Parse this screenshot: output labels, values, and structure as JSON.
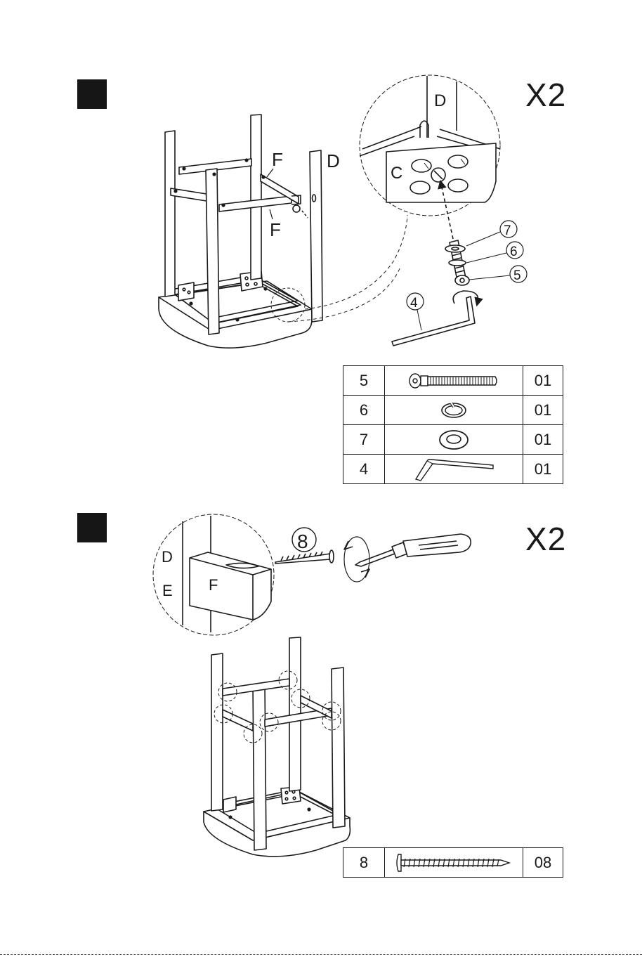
{
  "step1": {
    "multiplier": "X2",
    "labels": {
      "F_top": "F",
      "F_bottom": "F",
      "D": "D"
    },
    "detail": {
      "D": "D",
      "C": "C"
    },
    "callouts": {
      "c7": "7",
      "c6": "6",
      "c5": "5",
      "c4": "4"
    },
    "parts": [
      {
        "num": "5",
        "icon": "bolt-icon",
        "qty": "01"
      },
      {
        "num": "6",
        "icon": "split-washer-icon",
        "qty": "01"
      },
      {
        "num": "7",
        "icon": "flat-washer-icon",
        "qty": "01"
      },
      {
        "num": "4",
        "icon": "allen-key-icon",
        "qty": "01"
      }
    ]
  },
  "step2": {
    "multiplier": "X2",
    "callout": "8",
    "detail": {
      "D": "D",
      "E": "E",
      "F": "F"
    },
    "parts": [
      {
        "num": "8",
        "icon": "wood-screw-icon",
        "qty": "08"
      }
    ]
  },
  "colors": {
    "ink": "#1a1a1a",
    "badge": "#161616",
    "paper": "#ffffff"
  }
}
